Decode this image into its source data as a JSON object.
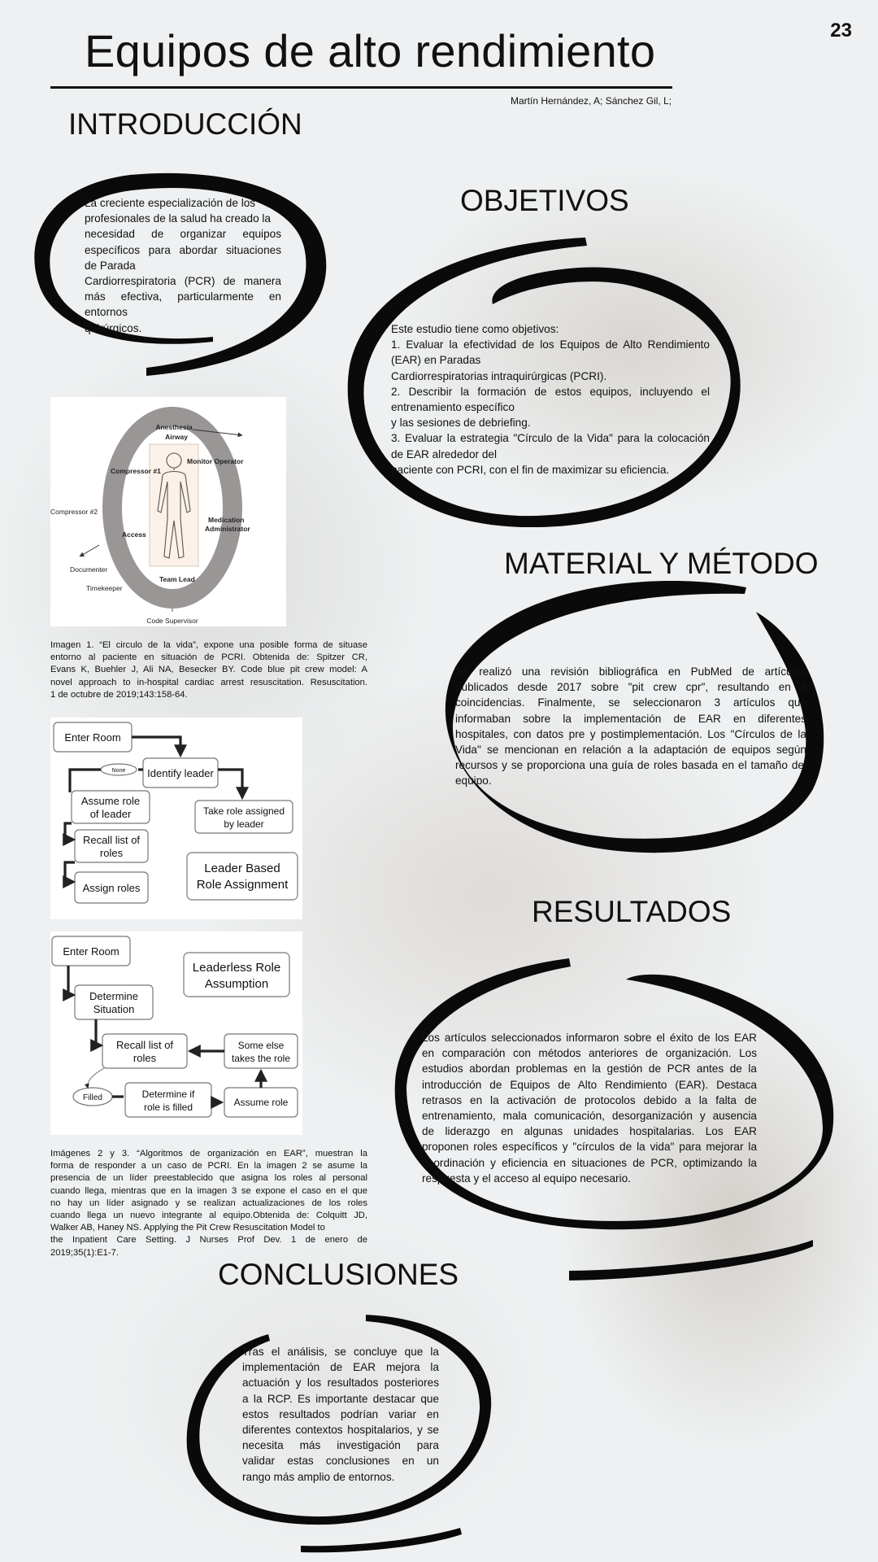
{
  "page_number": "23",
  "title": "Equipos de alto rendimiento",
  "authors": "Martín Hernández, A; Sánchez Gil, L;",
  "sections": {
    "introduccion": {
      "heading": "INTRODUCCIÓN",
      "lines": [
        "La creciente especialización de los",
        "profesionales de la salud ha creado la",
        "necesidad de organizar equipos",
        "específicos para abordar situaciones",
        "de Parada",
        "Cardiorrespiratoria (PCR) de manera",
        "más efectiva, particularmente en",
        "entornos",
        "quirúrgicos."
      ]
    },
    "objetivos": {
      "heading": "OBJETIVOS",
      "lines": [
        "Este estudio tiene como objetivos:",
        "1. Evaluar la efectividad de los Equipos de Alto Rendimiento",
        "(EAR) en Paradas",
        "Cardiorrespiratorias intraquirúrgicas (PCRI).",
        "2. Describir la formación de estos equipos, incluyendo el",
        "entrenamiento específico",
        "y las sesiones de debriefing.",
        "3. Evaluar la estrategia \"Círculo de la Vida\" para la colocación",
        "de EAR alrededor del",
        "paciente con PCRI, con el fin de maximizar su eficiencia."
      ]
    },
    "material": {
      "heading": "MATERIAL Y MÉTODO",
      "lines": [
        "Se realizó una revisión bibliográfica en PubMed de artículos",
        "publicados desde 2017 sobre \"pit crew cpr\", resultando en 8",
        "coincidencias. Finalmente, se seleccionaron 3 artículos que",
        "informaban sobre la implementación de EAR en diferentes",
        "hospitales, con datos pre y postimplementación. Los \"Círculos de la",
        "Vida\" se mencionan en relación a la adaptación de equipos según",
        "recursos y se proporciona una guía de roles basada en el tamaño del",
        "equipo."
      ]
    },
    "resultados": {
      "heading": "RESULTADOS",
      "lines": [
        "Los artículos seleccionados informaron sobre el éxito de los EAR",
        "en comparación con métodos anteriores de organización. Los",
        "estudios abordan problemas en la gestión de PCR antes de la",
        "introducción de Equipos de Alto Rendimiento (EAR). Destaca",
        "retrasos en la activación de protocolos debido a la falta de",
        "entrenamiento, mala comunicación, desorganización y ausencia",
        "de liderazgo en algunas unidades hospitalarias. Los EAR",
        "proponen roles específicos y \"círculos de la vida\" para mejorar la",
        "coordinación y eficiencia en situaciones de PCR, optimizando la",
        "respuesta y el acceso al equipo necesario."
      ]
    },
    "conclusiones": {
      "heading": "CONCLUSIONES",
      "lines": [
        "Tras el análisis, se concluye que la",
        "implementación de EAR mejora la",
        "actuación y los resultados posteriores",
        "a la RCP. Es importante destacar que",
        "estos resultados podrían variar en",
        "diferentes contextos hospitalarios, y se",
        "necesita más investigación para",
        "validar estas conclusiones en un",
        "rango más amplio de entornos."
      ]
    }
  },
  "figure1": {
    "labels": {
      "anesthesia": "Anesthesia",
      "airway": "Airway",
      "monitor": "Monitor Operator",
      "compressor1": "Compressor #1",
      "compressor2": "Compressor #2",
      "medication": "Medication",
      "administrator": "Administrator",
      "access": "Access",
      "documenter": "Documenter",
      "team_lead": "Team Lead",
      "timekeeper": "Timekeeper",
      "code_supervisor": "Code Supervisor"
    },
    "caption_lines": [
      "Imagen 1. “El circulo de la vida”, expone una posible forma de situase",
      "entorno al paciente en situación de PCRI. Obtenida de: Spitzer CR,",
      "Evans K, Buehler J, Ali NA, Besecker BY. Code blue pit crew model: A",
      "novel approach to in-hospital cardiac arrest resuscitation. Resuscitation.",
      "1 de octubre de 2019;143:158-64."
    ]
  },
  "figure2": {
    "enter_room": "Enter Room",
    "none": "None",
    "identify_leader": "Identify leader",
    "assume_role_1": "Assume role",
    "assume_role_2": "of leader",
    "take_role_1": "Take role assigned",
    "take_role_2": "by leader",
    "recall_1": "Recall list of",
    "recall_2": "roles",
    "assign_roles": "Assign roles",
    "title_1": "Leader Based",
    "title_2": "Role Assignment"
  },
  "figure3": {
    "enter_room": "Enter Room",
    "title_1": "Leaderless Role",
    "title_2": "Assumption",
    "determine_1": "Determine",
    "determine_2": "Situation",
    "recall_1": "Recall list of",
    "recall_2": "roles",
    "someone_1": "Some else",
    "someone_2": "takes the role",
    "filled": "Filled",
    "determine_filled_1": "Determine if",
    "determine_filled_2": "role is filled",
    "assume_role": "Assume role"
  },
  "figures23_caption_lines": [
    "Imágenes 2 y 3. “Algoritmos de organización en EAR”, muestran la",
    "forma de responder a un caso de PCRI. En la imagen 2 se asume la",
    "presencia de un líder preestablecido que asigna los roles al personal",
    "cuando llega, mientras que en la imagen 3 se expone el caso en el que",
    "no hay un líder asignado y se realizan actualizaciones de los roles",
    "cuando llega un nuevo integrante al equipo.Obtenida de: Colquitt JD,",
    "Walker AB, Haney NS. Applying the Pit Crew Resuscitation Model to",
    "the Inpatient Care Setting. J Nurses Prof Dev. 1 de enero de",
    "2019;35(1):E1-7."
  ]
}
